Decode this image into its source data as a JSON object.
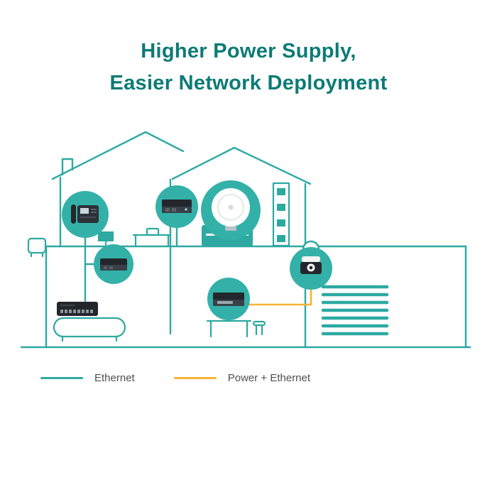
{
  "title": {
    "line1": "Higher Power Supply,",
    "line2": "Easier Network Deployment"
  },
  "legend": {
    "items": [
      {
        "label": "Ethernet",
        "color": "#2da9a2"
      },
      {
        "label": "Power + Ethernet",
        "color": "#f9b233"
      }
    ]
  },
  "colors": {
    "brand_teal": "#2da9a2",
    "callout_teal": "#33b1a9",
    "cable_yellow": "#f9b233",
    "title_teal": "#0c7b76",
    "legend_text": "#4f4f4f"
  },
  "diagram": {
    "devices": [
      "ip-phone-icon",
      "network-device-icon",
      "wireless-access-point-icon",
      "poe-device-icon",
      "poe-device-icon",
      "security-camera-icon",
      "poe-switch-icon"
    ]
  }
}
